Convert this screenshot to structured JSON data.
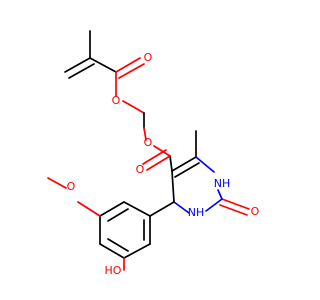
{
  "diagram": {
    "labels": {
      "ester_o_top": "O",
      "carbonyl_o_top": "O",
      "ester_o_mid": "O",
      "carbonyl_o_mid": "O",
      "methoxy_o": "O",
      "hydroxy": "HO",
      "nh_top": "NH",
      "nh_bottom": "NH",
      "urea_o": "O"
    },
    "colors": {
      "oxygen": "#ff0000",
      "nitrogen": "#0000ff",
      "carbon": "#000000",
      "background": "#ffffff"
    }
  }
}
